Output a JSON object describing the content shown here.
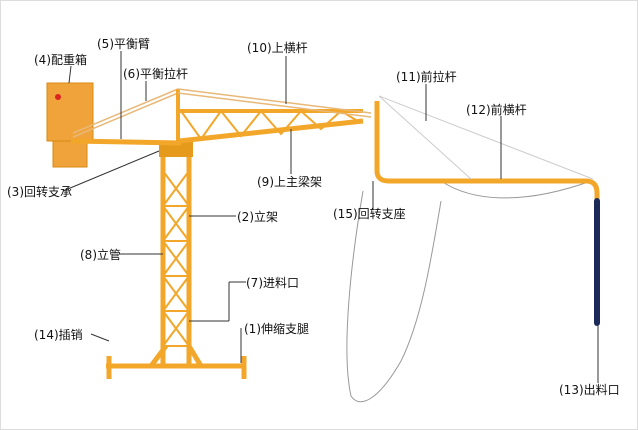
{
  "title": "布料机结构示意图",
  "colors": {
    "structure": "#f2a72a",
    "structure_dark": "#d98a12",
    "hose": "#1c2a5a",
    "rope": "#888888",
    "leader": "#333333"
  },
  "labels": {
    "p1": "(1)伸缩支腿",
    "p2": "(2)立架",
    "p3": "(3)回转支承",
    "p4": "(4)配重箱",
    "p5": "(5)平衡臂",
    "p6": "(6)平衡拉杆",
    "p7": "(7)进料口",
    "p8": "(8)立管",
    "p9": "(9)上主梁架",
    "p10": "(10)上横杆",
    "p11": "(11)前拉杆",
    "p12": "(12)前横杆",
    "p13": "(13)出料口",
    "p14": "(14)插销",
    "p15": "(15)回转支座"
  }
}
